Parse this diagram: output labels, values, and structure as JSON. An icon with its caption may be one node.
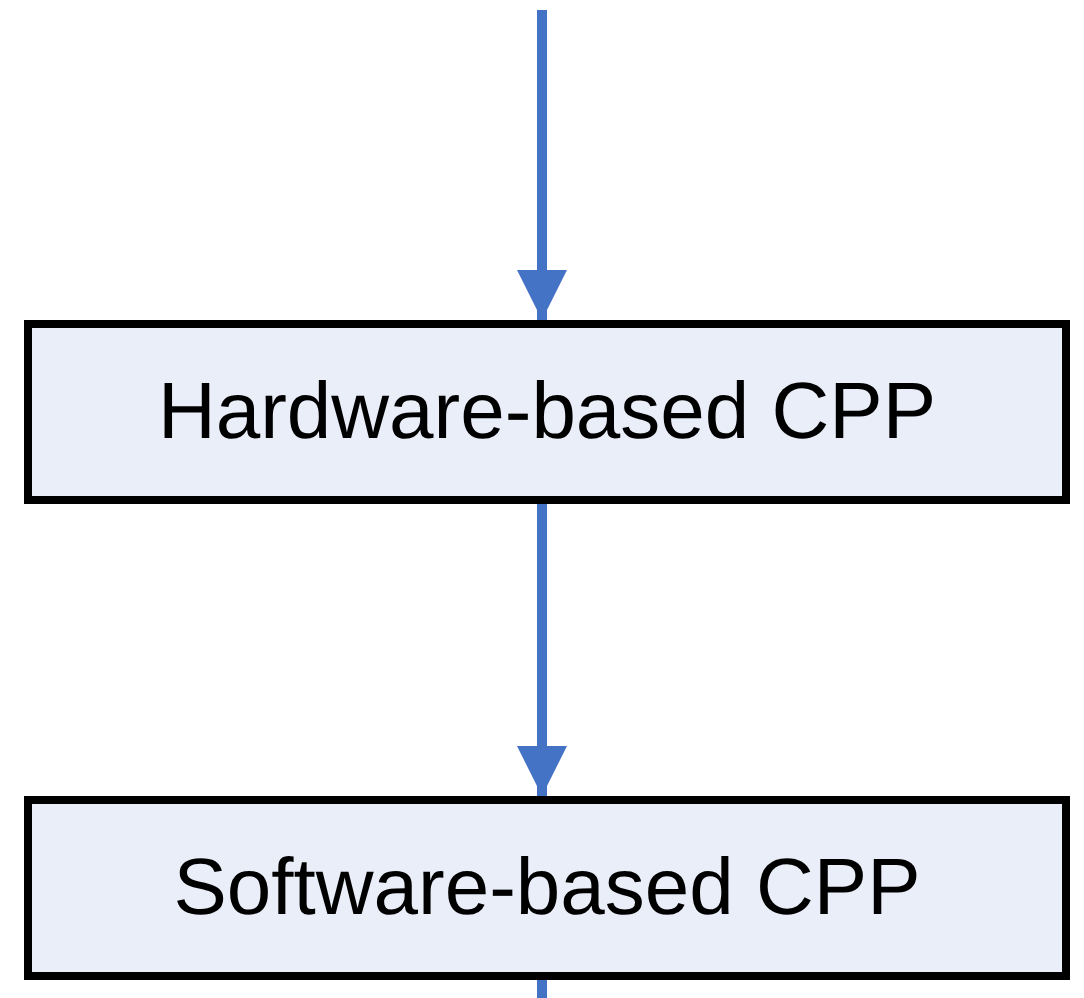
{
  "diagram": {
    "nodes": [
      {
        "text": [
          "Hardware-based CPP"
        ]
      },
      {
        "text": [
          "Software-based CPP"
        ]
      }
    ],
    "edges": [
      {
        "from": null,
        "to": 0,
        "arrow": "to"
      },
      {
        "from": 0,
        "to": 1,
        "arrow": "to"
      },
      {
        "from": 1,
        "to": null,
        "arrow": "none"
      }
    ]
  }
}
